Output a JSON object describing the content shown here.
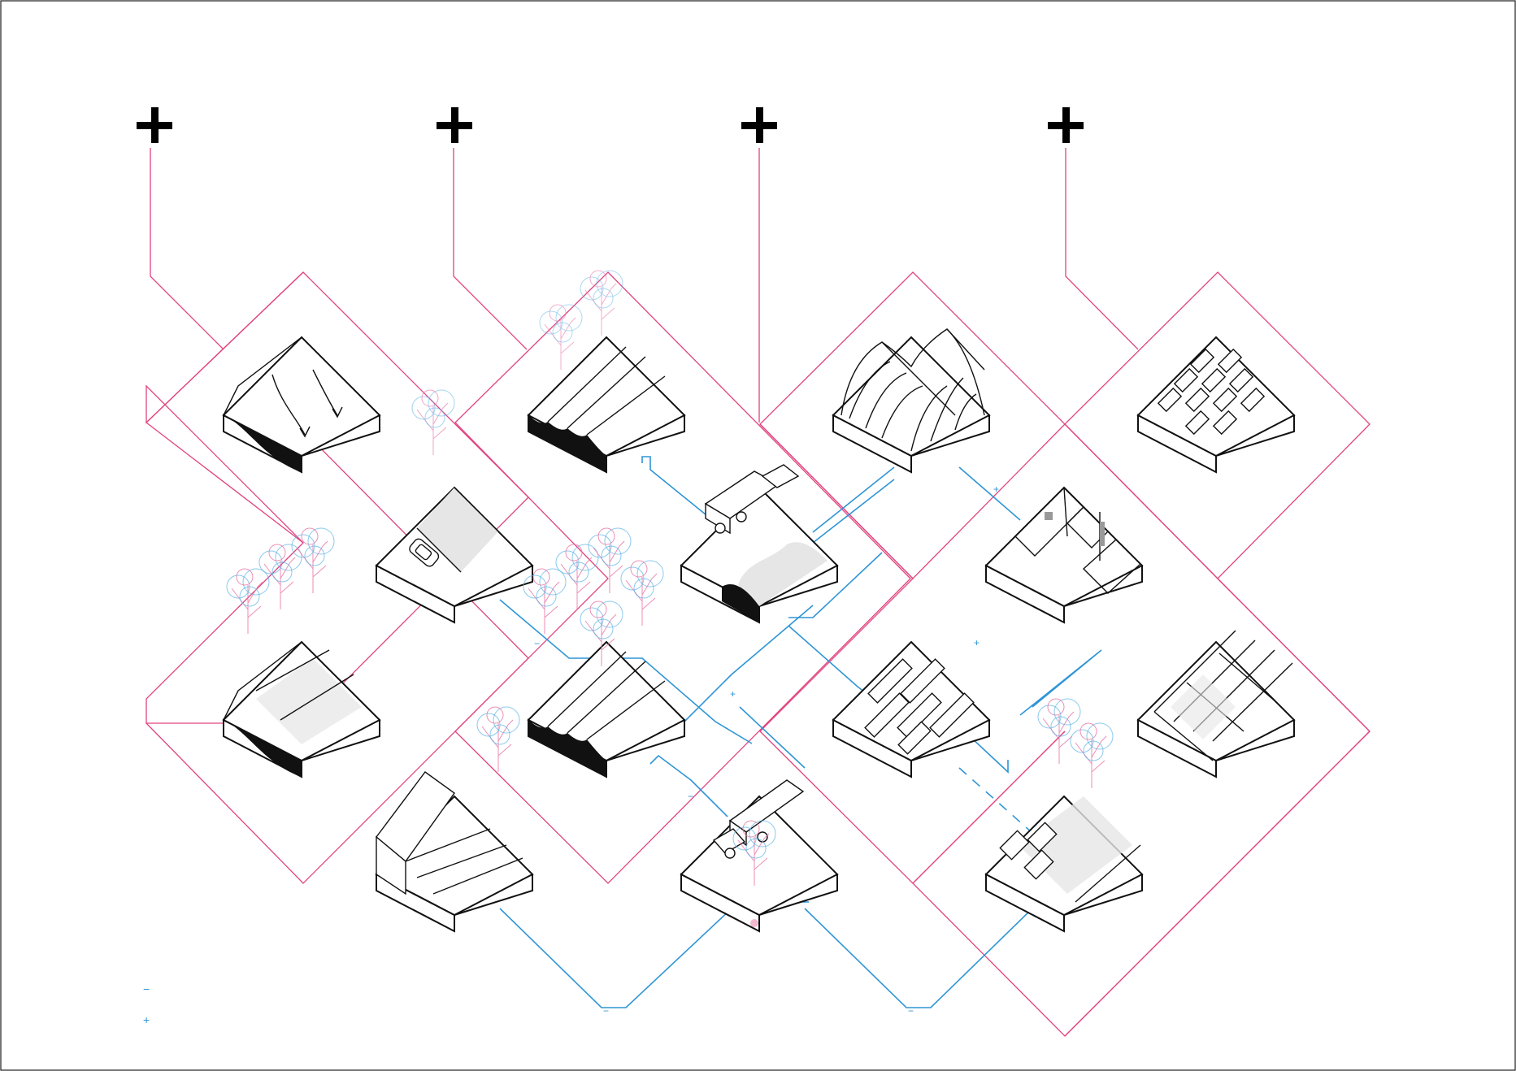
{
  "diagram": {
    "colors": {
      "pink_network": "#e0437f",
      "blue_network": "#2f95d6",
      "ink": "#111111",
      "shade": "#e6e6e6"
    },
    "top_markers": [
      "+",
      "+",
      "+",
      "+"
    ],
    "connector_signs": [
      "+",
      "−",
      "+",
      "+",
      "−",
      "−",
      "−"
    ],
    "legend": {
      "minus": "−",
      "plus": "+"
    },
    "blocks": [
      {
        "id": "slope-drainage",
        "icon": "curved-arrows-icon"
      },
      {
        "id": "crop-ridges",
        "icon": "ridge-rows-icon"
      },
      {
        "id": "greenhouse",
        "icon": "greenhouse-frame-icon"
      },
      {
        "id": "planter-grid",
        "icon": "planter-grid-icon"
      },
      {
        "id": "road-with-car",
        "icon": "car-icon"
      },
      {
        "id": "dump-truck-yard",
        "icon": "dump-truck-icon"
      },
      {
        "id": "building-lot",
        "icon": "building-plan-icon"
      },
      {
        "id": "slope-trees",
        "icon": "tree-icon"
      },
      {
        "id": "ridges-with-trees",
        "icon": "ridge-rows-icon"
      },
      {
        "id": "raised-beds",
        "icon": "raised-beds-icon"
      },
      {
        "id": "shade-structure",
        "icon": "shade-frame-icon"
      },
      {
        "id": "stepped-building",
        "icon": "stepped-building-icon"
      },
      {
        "id": "truck-loading",
        "icon": "dump-truck-icon"
      },
      {
        "id": "plot-with-beds",
        "icon": "garden-plot-icon"
      }
    ]
  }
}
